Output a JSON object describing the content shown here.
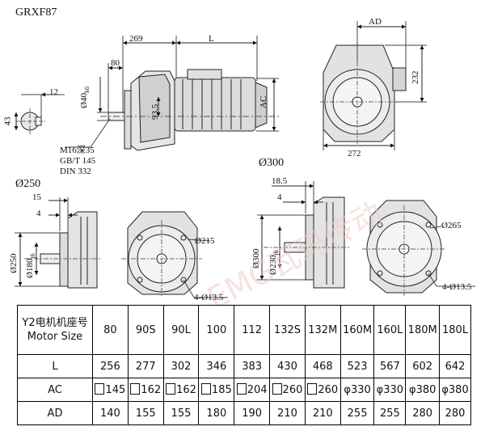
{
  "title": "GRXF87",
  "watermark": "EMG瓦玛传动",
  "dims_top": {
    "d269": "269",
    "L": "L",
    "d80": "80",
    "d12": "12",
    "d43": "43",
    "shaft_dia": "Ø40",
    "shaft_tol": "k6",
    "d93": "93.5",
    "AC": "AC",
    "AD": "AD",
    "d232": "232",
    "d272": "272",
    "thread": "M16深35",
    "std1": "GB/T 145",
    "std2": "DIN 332"
  },
  "flange250": {
    "label": "Ø250",
    "d15": "15",
    "d4": "4",
    "outer": "Ø250",
    "spigot": "Ø180",
    "spigot_tol": "j6",
    "pcd": "Ø215",
    "holes": "4-Ø13.5"
  },
  "flange300": {
    "label": "Ø300",
    "d18": "18.5",
    "d4": "4",
    "outer": "Ø300",
    "spigot": "Ø230",
    "spigot_tol": "j6",
    "pcd": "Ø265",
    "holes": "4-Ø13.5"
  },
  "table": {
    "header_cn": "Y2电机机座号",
    "header_en": "Motor Size",
    "motor_sizes": [
      "80",
      "90S",
      "90L",
      "100",
      "112",
      "132S",
      "132M",
      "160M",
      "160L",
      "180M",
      "180L"
    ],
    "rows": [
      {
        "name": "L",
        "values": [
          "256",
          "277",
          "302",
          "346",
          "383",
          "430",
          "468",
          "523",
          "567",
          "602",
          "642"
        ]
      },
      {
        "name": "AC",
        "values": [
          "145",
          "162",
          "162",
          "185",
          "204",
          "260",
          "260",
          "330",
          "330",
          "380",
          "380"
        ],
        "symbols": [
          "square",
          "square",
          "square",
          "square",
          "square",
          "square",
          "square",
          "phi",
          "phi",
          "phi",
          "phi"
        ]
      },
      {
        "name": "AD",
        "values": [
          "140",
          "155",
          "155",
          "180",
          "190",
          "210",
          "210",
          "255",
          "255",
          "280",
          "280"
        ]
      }
    ]
  }
}
